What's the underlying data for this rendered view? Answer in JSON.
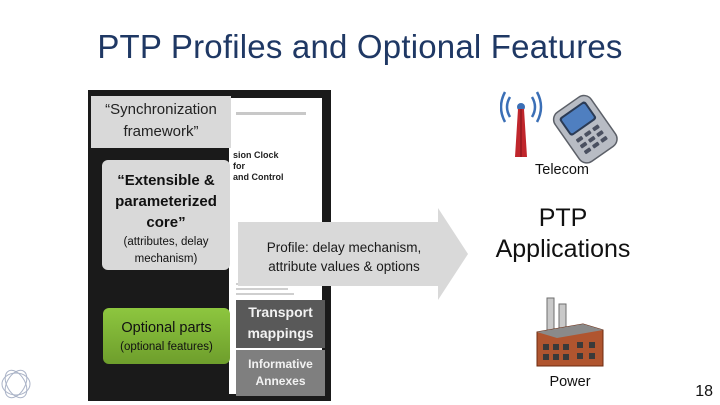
{
  "title": "PTP Profiles and Optional Features",
  "spec_document": {
    "heading_lines": [
      "sion Clock",
      "for",
      "and Control"
    ]
  },
  "left_panel": {
    "framework_label": "“Synchronization framework”",
    "core_label": "“Extensible & parameterized core”",
    "core_sub_label": "(attributes, delay mechanism)",
    "optional_label": "Optional parts",
    "optional_sub_label": "(optional features)",
    "transport_label": "Transport mappings",
    "annex_label": "Informative Annexes"
  },
  "arrow": {
    "prefix": "Profile:",
    "text": "delay mechanism, attribute values & options"
  },
  "right_panel": {
    "telecom_label": "Telecom",
    "applications_label": "PTP Applications",
    "power_label": "Power"
  },
  "page_number": "18",
  "colors": {
    "title": "#1f3864",
    "optional_green": "#8dc63f",
    "panel_gray": "#d9d9d9",
    "transport_gray": "#595959",
    "annex_gray": "#7f7f7f"
  },
  "icons": {
    "telecom": "mobile-phone-antenna-icon",
    "power": "factory-icon"
  }
}
